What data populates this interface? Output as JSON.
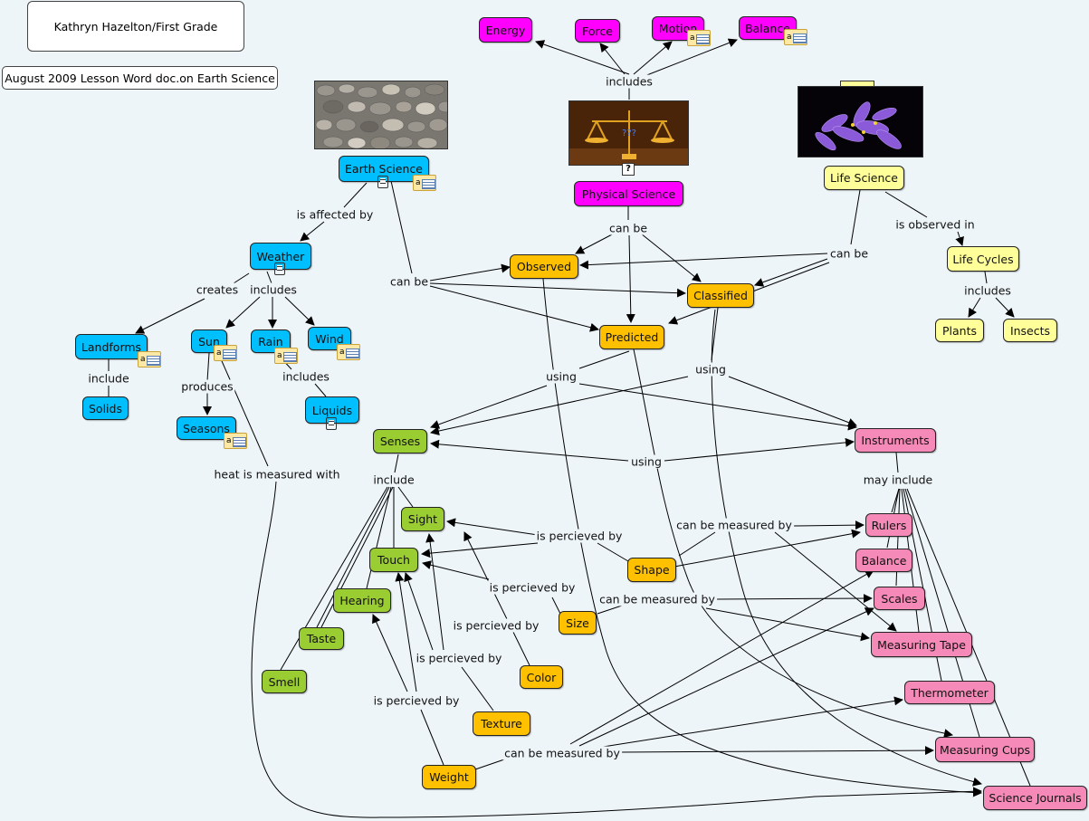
{
  "colors": {
    "earth": "#00bfff",
    "physical": "#ff00ff",
    "life": "#ffff99",
    "process": "#ffc000",
    "senses": "#9acd32",
    "instruments": "#f58ab8"
  },
  "notes": {
    "author": "Kathryn Hazelton/First Grade",
    "lesson": "August 2009 Lesson Word doc.on Earth Science"
  },
  "image_caption": "???",
  "nodes": {
    "energy": "Energy",
    "force": "Force",
    "motion": "Motion",
    "balance_top": "Balance",
    "earth_science": "Earth Science",
    "physical_science": "Physical  Science",
    "life_science": "Life Science",
    "weather": "Weather",
    "landforms": "Landforms",
    "solids": "Solids",
    "sun": "Sun",
    "rain": "Rain",
    "wind": "Wind",
    "liquids": "Liquids",
    "seasons": "Seasons",
    "observed": "Observed",
    "classified": "Classified",
    "predicted": "Predicted",
    "life_cycles": "Life Cycles",
    "plants": "Plants",
    "insects": "Insects",
    "senses": "Senses",
    "instruments": "Instruments",
    "sight": "Sight",
    "touch": "Touch",
    "hearing": "Hearing",
    "taste": "Taste",
    "smell": "Smell",
    "shape": "Shape",
    "size": "Size",
    "color": "Color",
    "texture": "Texture",
    "weight": "Weight",
    "rulers": "Rulers",
    "balance": "Balance",
    "scales": "Scales",
    "measuring_tape": "Measuring Tape",
    "thermometer": "Thermometer",
    "measuring_cups": "Measuring Cups",
    "science_journals": "Science Journals"
  },
  "links": {
    "includes_phys": "includes",
    "is_affected_by": "is affected by",
    "creates": "creates",
    "includes_weather": "includes",
    "include_land": "include",
    "produces": "produces",
    "includes_rain": "includes",
    "heat_measured": "heat is measured with",
    "can_be_earth": "can be",
    "can_be_phys": "can be",
    "can_be_life": "can be",
    "is_observed_in": "is observed in",
    "includes_life": "includes",
    "using_left": "using",
    "using_right": "using",
    "using_mid": "using",
    "include_senses": "include",
    "may_include": "may include",
    "perceived_shape": "is percieved by",
    "perceived_size": "is percieved by",
    "perceived_color": "is percieved by",
    "perceived_texture": "is percieved by",
    "perceived_weight": "is percieved by",
    "measured_shape": "can be measured by",
    "measured_size": "can be measured by",
    "measured_weight": "can be measured by"
  }
}
